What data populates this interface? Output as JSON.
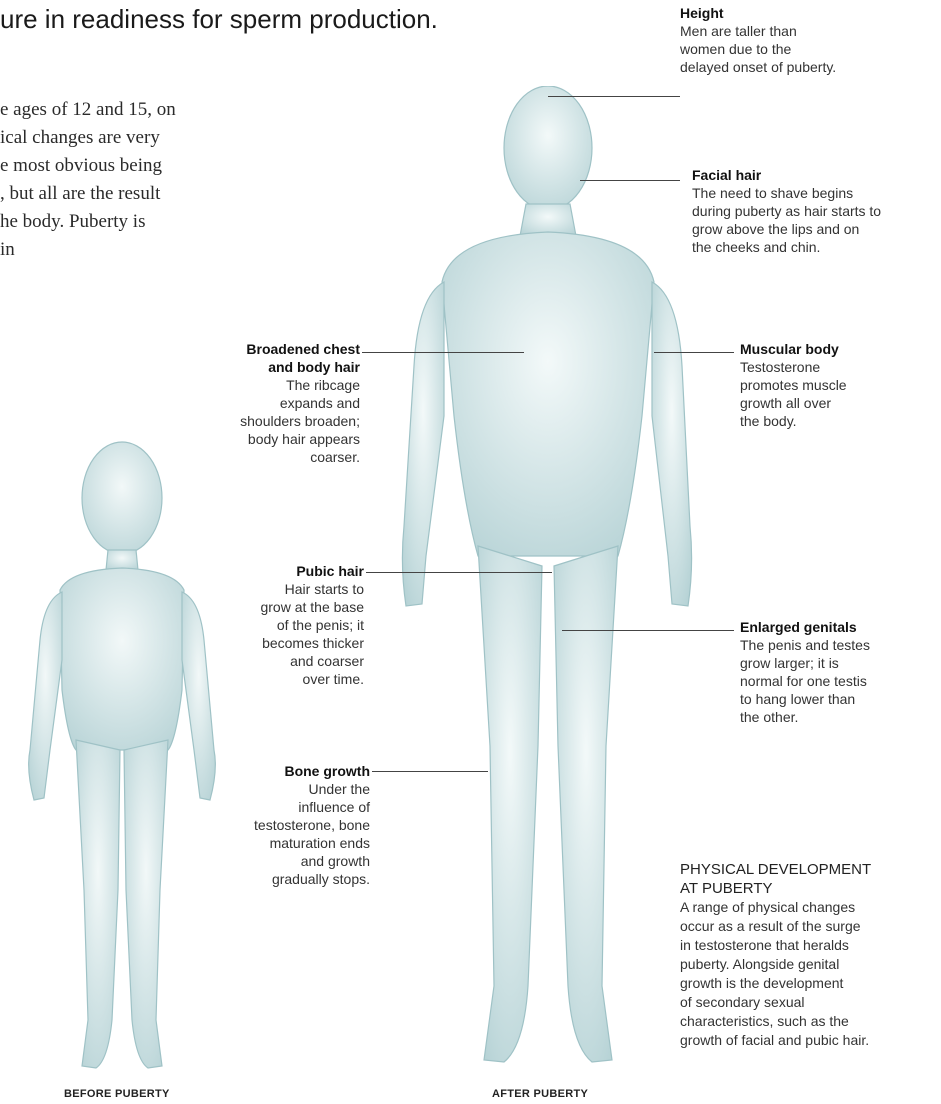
{
  "headline": "ure in readiness for sperm production.",
  "intro": [
    "e ages of 12 and 15, on",
    "ical changes are very",
    "e most obvious being",
    ", but all are the result",
    "he body. Puberty is",
    "in"
  ],
  "labels": {
    "height": {
      "title": "Height",
      "lines": [
        "Men are taller than",
        "women due to the",
        "delayed onset of puberty."
      ]
    },
    "facial_hair": {
      "title": "Facial hair",
      "lines": [
        "The need to shave begins",
        "during puberty as hair starts to",
        "grow above the lips and on",
        "the cheeks and chin."
      ]
    },
    "chest": {
      "title_lines": [
        "Broadened chest",
        "and body hair"
      ],
      "lines": [
        "The ribcage",
        "expands and",
        "shoulders broaden;",
        "body hair appears",
        "coarser."
      ]
    },
    "muscular": {
      "title": "Muscular body",
      "lines": [
        "Testosterone",
        "promotes muscle",
        "growth all over",
        "the body."
      ]
    },
    "pubic": {
      "title": "Pubic hair",
      "lines": [
        "Hair starts to",
        "grow at the base",
        "of the penis; it",
        "becomes thicker",
        "and coarser",
        "over time."
      ]
    },
    "genitals": {
      "title": "Enlarged genitals",
      "lines": [
        "The penis and testes",
        "grow larger; it is",
        "normal for one testis",
        "to hang lower than",
        "the other."
      ]
    },
    "bone": {
      "title": "Bone growth",
      "lines": [
        "Under the",
        "influence of",
        "testosterone, bone",
        "maturation ends",
        "and growth",
        "gradually stops."
      ]
    }
  },
  "box": {
    "title_lines": [
      "PHYSICAL DEVELOPMENT",
      "AT PUBERTY"
    ],
    "lines": [
      "A range of physical changes",
      "occur as a result of the surge",
      "in testosterone that heralds",
      "puberty. Alongside genital",
      "growth is the development",
      "of secondary sexual",
      "characteristics, such as the",
      "growth of facial and pubic hair."
    ]
  },
  "captions": {
    "before": "BEFORE PUBERTY",
    "after": "AFTER PUBERTY"
  },
  "colors": {
    "body_fill": "#cfe2e4",
    "body_stroke": "#9fc2c6"
  }
}
